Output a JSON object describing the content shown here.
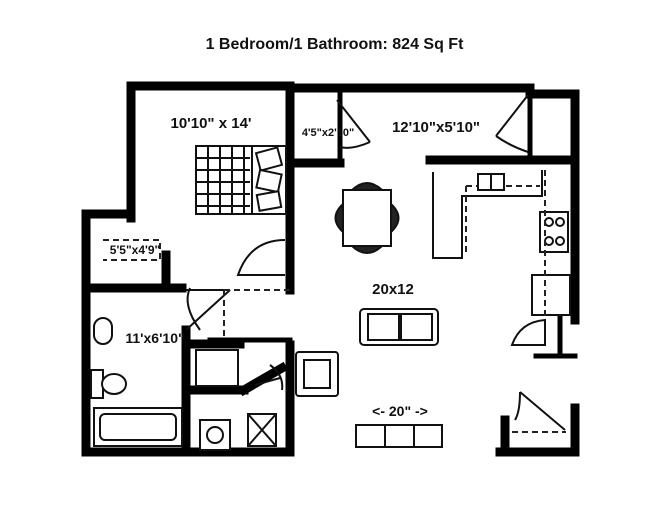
{
  "title": "1 Bedroom/1 Bathroom: 824 Sq Ft",
  "rooms": {
    "bedroom": "10'10\" x 14'",
    "closet_small": "4'5\"x2'10\"",
    "closet_long": "12'10\"x5'10\"",
    "walk_in_closet": "5'5\"x4'9\"",
    "bathroom": "11'x6'10\"",
    "living_area": "20x12",
    "living_width": "<- 20\" ->"
  }
}
